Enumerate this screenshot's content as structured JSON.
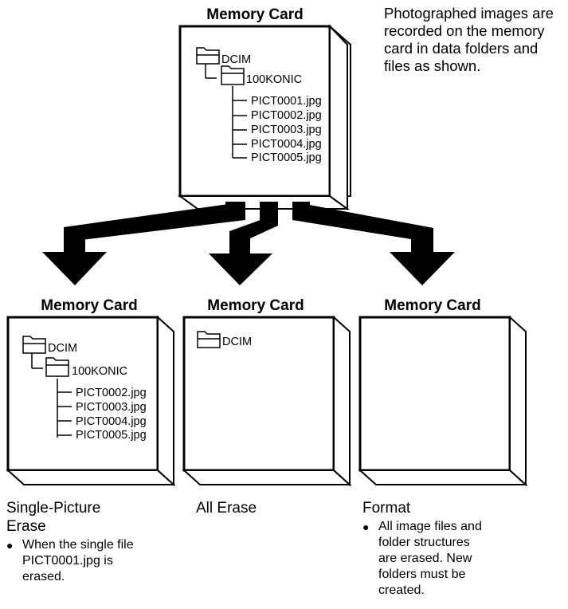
{
  "intro": "Photographed images are recorded on the memory card in data folders and files as shown.",
  "cards": {
    "top": {
      "title": "Memory Card",
      "folder": "DCIM",
      "subfolder": "100KONIC",
      "files": [
        "PICT0001.jpg",
        "PICT0002.jpg",
        "PICT0003.jpg",
        "PICT0004.jpg",
        "PICT0005.jpg"
      ]
    },
    "single": {
      "title": "Memory Card",
      "folder": "DCIM",
      "subfolder": "100KONIC",
      "files": [
        "PICT0002.jpg",
        "PICT0003.jpg",
        "PICT0004.jpg",
        "PICT0005.jpg"
      ]
    },
    "all": {
      "title": "Memory Card",
      "folder": "DCIM"
    },
    "format": {
      "title": "Memory Card"
    }
  },
  "captions": {
    "single": {
      "heading_line1": "Single-Picture",
      "heading_line2": "Erase",
      "bullet_line1": "When the single file",
      "bullet_line2": "PICT0001.jpg is",
      "bullet_line3": "erased."
    },
    "all": {
      "heading": "All Erase"
    },
    "format": {
      "heading": "Format",
      "bullet_line1": "All image files and",
      "bullet_line2": "folder structures",
      "bullet_line3": "are erased. New",
      "bullet_line4": "folders must be",
      "bullet_line5": "created."
    }
  }
}
